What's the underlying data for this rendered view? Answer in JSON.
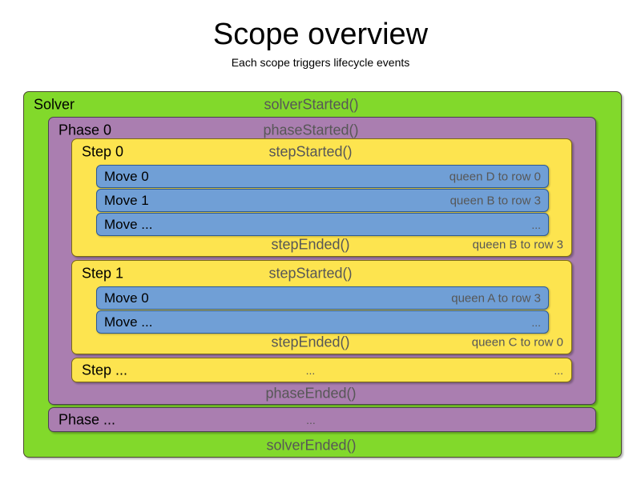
{
  "header": {
    "title": "Scope overview",
    "subtitle": "Each scope triggers lifecycle events"
  },
  "colors": {
    "solver": "#82d92b",
    "phase": "#aa7eb0",
    "step": "#fde44f",
    "move": "#709fd6",
    "event_text": "#575757",
    "label_text": "#000000",
    "border": "#4b3f52",
    "background": "#ffffff"
  },
  "solver": {
    "label": "Solver",
    "started_event": "solverStarted()",
    "ended_event": "solverEnded()",
    "phases": [
      {
        "label": "Phase 0",
        "started_event": "phaseStarted()",
        "ended_event": "phaseEnded()",
        "steps": [
          {
            "label": "Step 0",
            "started_event": "stepStarted()",
            "ended_event": "stepEnded()",
            "ended_value": "queen B to row 3",
            "moves": [
              {
                "label": "Move 0",
                "value": "queen D to row 0"
              },
              {
                "label": "Move 1",
                "value": "queen B to row 3"
              },
              {
                "label": "Move ...",
                "value": "..."
              }
            ]
          },
          {
            "label": "Step 1",
            "started_event": "stepStarted()",
            "ended_event": "stepEnded()",
            "ended_value": "queen C to row 0",
            "moves": [
              {
                "label": "Move 0",
                "value": "queen A to row 3"
              },
              {
                "label": "Move ...",
                "value": "..."
              }
            ]
          },
          {
            "label": "Step ...",
            "started_event": "...",
            "ended_value": "..."
          }
        ]
      },
      {
        "label": "Phase ...",
        "started_event": "..."
      }
    ]
  }
}
